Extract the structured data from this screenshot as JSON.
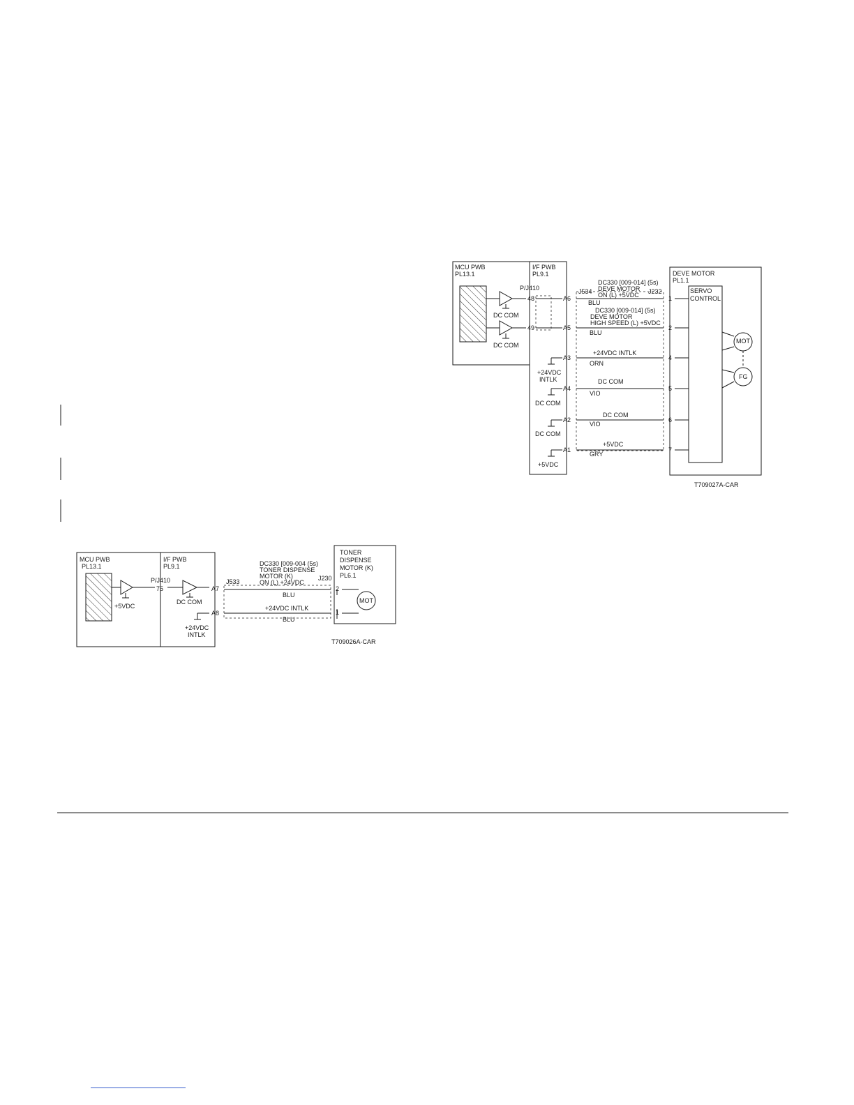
{
  "colors": {
    "ink": "#1a1a1a",
    "hatch": "#333333",
    "dashed": "#555555",
    "footer_link": "#3a5fcd"
  },
  "diagram_1": {
    "mcu_title": "MCU PWB",
    "mcu_pl": "PL13.1",
    "if_title": "I/F PWB",
    "if_pl": "PL9.1",
    "pj": "P/J410",
    "pin_75": "75",
    "buf_supply": "+5VDC",
    "if_gnd": "DC COM",
    "pin_a7": "A7",
    "pin_a8": "A8",
    "a8_label_1": "+24VDC",
    "a8_label_2": "INTLK",
    "j533": "J533",
    "j230": "J230",
    "sig_1": "DC330 [009-004 (5s)",
    "sig_2": "TONER DISPENSE",
    "sig_3": "MOTOR (K)",
    "sig_4": "ON (L) +24VDC",
    "wire1_color": "BLU",
    "wire2_sig": "+24VDC INTLK",
    "wire2_color": "BLU",
    "pin_2": "2",
    "pin_1": "1",
    "motor_title_1": "TONER",
    "motor_title_2": "DISPENSE",
    "motor_title_3": "MOTOR (K)",
    "motor_pl": "PL6.1",
    "mot": "MOT",
    "fig_id": "T709026A-CAR"
  },
  "diagram_2": {
    "mcu_title": "MCU PWB",
    "mcu_pl": "PL13.1",
    "if_title": "I/F PWB",
    "if_pl": "PL9.1",
    "pj": "P/J410",
    "gnd_1": "DC COM",
    "gnd_2": "DC COM",
    "pin_48": "48",
    "pin_49": "49",
    "j534": "J534",
    "j232": "J232",
    "pin_a6": "A6",
    "pin_a5": "A5",
    "pin_a3": "A3",
    "pin_a4": "A4",
    "pin_a2": "A2",
    "pin_a1": "A1",
    "src_a3_1": "+24VDC",
    "src_a3_2": "INTLK",
    "src_a4": "DC COM",
    "src_a2": "DC COM",
    "src_a1": "+5VDC",
    "s1_1": "DC330 [009-014] (5s)",
    "s1_2": "DEVE MOTOR",
    "s1_3": "ON (L) +5VDC",
    "w_a6": "BLU",
    "s2_1": "DC330 [009-014] (5s)",
    "s2_2": "DEVE MOTOR",
    "s2_3": "HIGH SPEED (L) +5VDC",
    "w_a5": "BLU",
    "s3": "+24VDC INTLK",
    "w_a3": "ORN",
    "s4": "DC COM",
    "w_a4": "VIO",
    "s5": "DC COM",
    "w_a2": "VIO",
    "s6": "+5VDC",
    "w_a1": "GRY",
    "p1": "1",
    "p2": "2",
    "p4": "4",
    "p5": "5",
    "p6": "6",
    "p7": "7",
    "motor_title": "DEVE MOTOR",
    "motor_pl": "PL1.1",
    "servo_1": "SERVO",
    "servo_2": "CONTROL",
    "mot": "MOT",
    "fg": "FG",
    "fig_id": "T709027A-CAR"
  }
}
